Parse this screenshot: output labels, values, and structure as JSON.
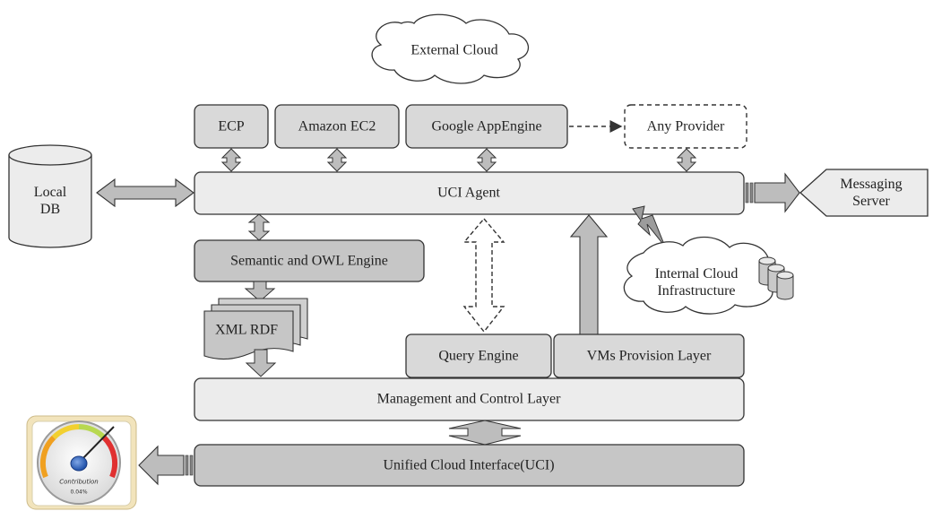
{
  "external_cloud": "External Cloud",
  "providers": {
    "ecp": "ECP",
    "amazon": "Amazon EC2",
    "google": "Google AppEngine",
    "any": "Any Provider"
  },
  "uci_agent": "UCI Agent",
  "local_db": {
    "line1": "Local",
    "line2": "DB"
  },
  "messaging": {
    "line1": "Messaging",
    "line2": "Server"
  },
  "semantic_engine": "Semantic and OWL Engine",
  "xml_rdf": "XML RDF",
  "internal_cloud": {
    "line1": "Internal Cloud",
    "line2": "Infrastructure"
  },
  "query_engine": "Query Engine",
  "vms_layer": "VMs Provision Layer",
  "management_layer": "Management and Control Layer",
  "uci_interface": "Unified Cloud Interface(UCI)",
  "gauge": {
    "label": "Contribution",
    "value": "0.04%"
  },
  "colors": {
    "light_box": "#ececec",
    "dark_box": "#c6c6c6",
    "arrow_fill": "#bdbdbd",
    "stroke": "#333333"
  }
}
